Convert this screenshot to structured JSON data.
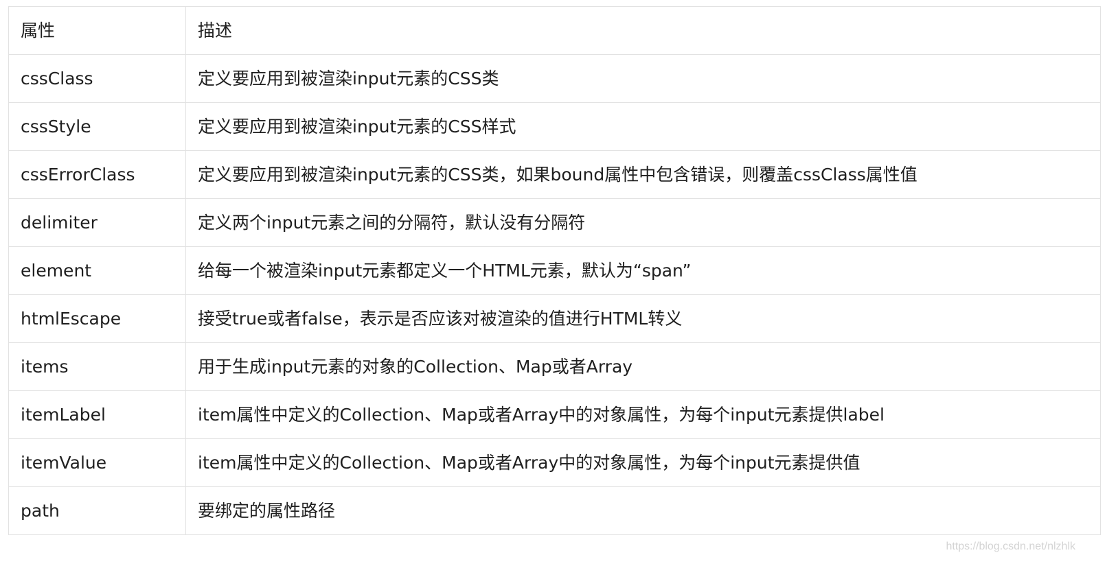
{
  "table": {
    "header": {
      "attribute": "属性",
      "description": "描述"
    },
    "rows": [
      {
        "attribute": "cssClass",
        "description": "定义要应用到被渲染input元素的CSS类"
      },
      {
        "attribute": "cssStyle",
        "description": "定义要应用到被渲染input元素的CSS样式"
      },
      {
        "attribute": "cssErrorClass",
        "description": "定义要应用到被渲染input元素的CSS类，如果bound属性中包含错误，则覆盖cssClass属性值"
      },
      {
        "attribute": "delimiter",
        "description": "定义两个input元素之间的分隔符，默认没有分隔符"
      },
      {
        "attribute": "element",
        "description": "给每一个被渲染input元素都定义一个HTML元素，默认为“span”"
      },
      {
        "attribute": "htmlEscape",
        "description": "接受true或者false，表示是否应该对被渲染的值进行HTML转义"
      },
      {
        "attribute": "items",
        "description": "用于生成input元素的对象的Collection、Map或者Array"
      },
      {
        "attribute": "itemLabel",
        "description": "item属性中定义的Collection、Map或者Array中的对象属性，为每个input元素提供label"
      },
      {
        "attribute": "itemValue",
        "description": "item属性中定义的Collection、Map或者Array中的对象属性，为每个input元素提供值"
      },
      {
        "attribute": "path",
        "description": "要绑定的属性路径"
      }
    ]
  },
  "watermark": "https://blog.csdn.net/nlzhlk"
}
